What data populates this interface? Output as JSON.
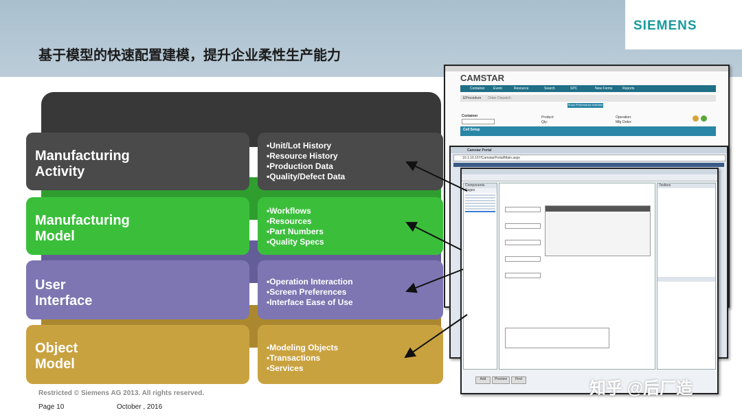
{
  "header": {
    "brand": "SIEMENS",
    "title": "基于模型的快速配置建模，提升企业柔性生产能力"
  },
  "layers": [
    {
      "label": "Manufacturing Activity",
      "color": "#4a4a4a",
      "bullets": [
        "•Unit/Lot History",
        "•Resource History",
        "•Production Data",
        "•Quality/Defect Data"
      ]
    },
    {
      "label": "Manufacturing Model",
      "color": "#3bbf3b",
      "bullets": [
        "•Workflows",
        "•Resources",
        "•Part Numbers",
        "•Quality Specs"
      ]
    },
    {
      "label": "User Interface",
      "color": "#7d76b2",
      "bullets": [
        "•Operation Interaction",
        "•Screen Preferences",
        "•Interface Ease of Use"
      ]
    },
    {
      "label": "Object Model",
      "color": "#c9a240",
      "bullets": [
        "•Modeling Objects",
        "•Transactions",
        "•Services"
      ]
    }
  ],
  "screenshots": {
    "back": {
      "brand": "CAMSTAR",
      "menu": [
        "Container",
        "Event",
        "Resource",
        "Search",
        "SPC",
        "New Forms",
        "Reports"
      ],
      "tabs": [
        "EProcedure",
        "Order Dispatch"
      ],
      "button": "Show Performance Indicator",
      "fields": [
        "Container",
        "Product:",
        "Qty:",
        "Operation:",
        "Mfg Order:"
      ],
      "band": "Cell Setup"
    },
    "middle": {
      "title": "Camstar Portal",
      "address": "10.1.10.157/CamstarPortal/Main.aspx"
    },
    "front": {
      "panels": [
        "Components",
        "Pages",
        "Toolbox"
      ],
      "bottom_buttons": [
        "Add",
        "Preview",
        "Find"
      ]
    }
  },
  "footer": {
    "copyright": "Restricted © Siemens AG 2013. All rights reserved.",
    "page": "Page 10",
    "date": "October , 2016"
  },
  "watermark": "知乎 @后厂造"
}
